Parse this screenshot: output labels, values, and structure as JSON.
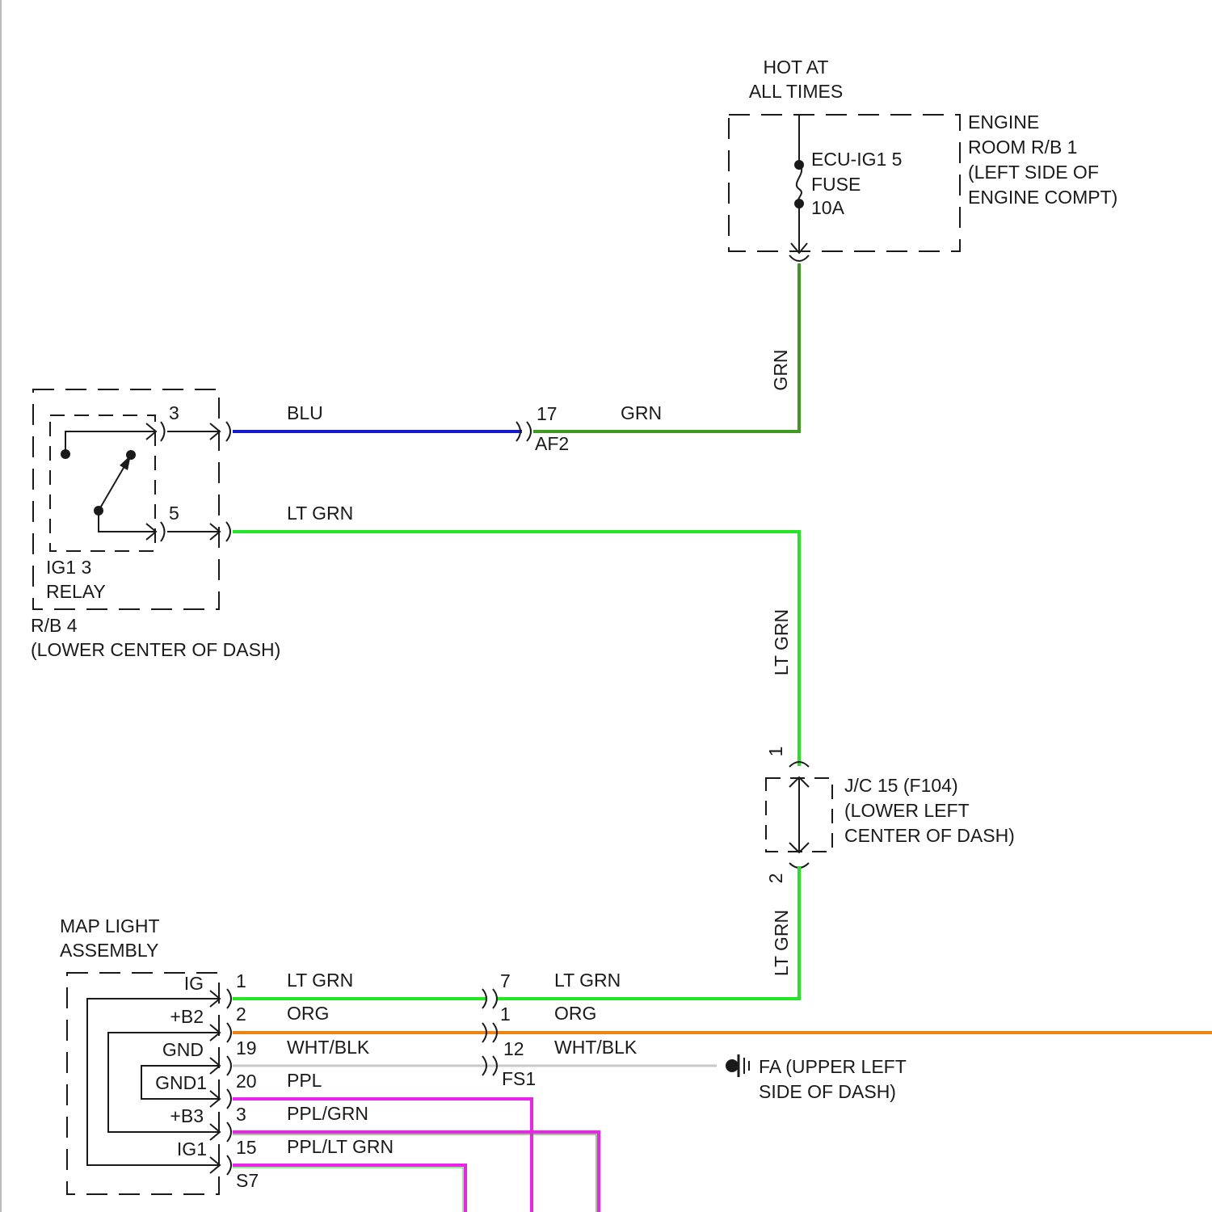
{
  "source": {
    "hot_label": [
      "HOT AT",
      "ALL TIMES"
    ],
    "fuse_label": [
      "ECU-IG1 5",
      "FUSE",
      "10A"
    ],
    "rb_label": [
      "ENGINE",
      "ROOM R/B 1",
      "(LEFT SIDE OF",
      "ENGINE COMPT)"
    ]
  },
  "relay_box": {
    "relay_label": [
      "IG1 3",
      "RELAY"
    ],
    "location_label": [
      "R/B 4",
      "(LOWER CENTER OF DASH)"
    ],
    "pin_top": "3",
    "pin_bottom": "5"
  },
  "af2_connector": {
    "pin": "17",
    "name": "AF2"
  },
  "junction": {
    "pin_top": "1",
    "pin_bottom": "2",
    "label": [
      "J/C 15 (F104)",
      "(LOWER LEFT",
      "CENTER OF DASH)"
    ]
  },
  "map_light": {
    "title": [
      "MAP LIGHT",
      "ASSEMBLY"
    ],
    "terminals": [
      "IG",
      "+B2",
      "GND",
      "GND1",
      "+B3",
      "IG1"
    ],
    "pins": [
      "1",
      "2",
      "19",
      "20",
      "3",
      "15",
      "S7"
    ],
    "wire_labels": [
      "LT GRN",
      "ORG",
      "WHT/BLK",
      "PPL",
      "PPL/GRN",
      "PPL/LT GRN"
    ]
  },
  "fs1_connector": {
    "name": "FS1",
    "pins": [
      "7",
      "1",
      "12"
    ],
    "wire_labels": [
      "LT GRN",
      "ORG",
      "WHT/BLK"
    ]
  },
  "ground": {
    "label": [
      "FA (UPPER LEFT",
      "SIDE OF DASH)"
    ]
  },
  "wires": {
    "blu": "BLU",
    "grn_h": "GRN",
    "grn_v": "GRN",
    "ltgrn_h": "LT GRN",
    "ltgrn_v1": "LT GRN",
    "ltgrn_v2": "LT GRN"
  },
  "colors": {
    "blu": "#1a1acc",
    "grn": "#3e9a1e",
    "lt_grn": "#22e622",
    "org": "#f0830e",
    "wht_blk": "#c8c8c8",
    "ppl": "#ee22ee"
  }
}
